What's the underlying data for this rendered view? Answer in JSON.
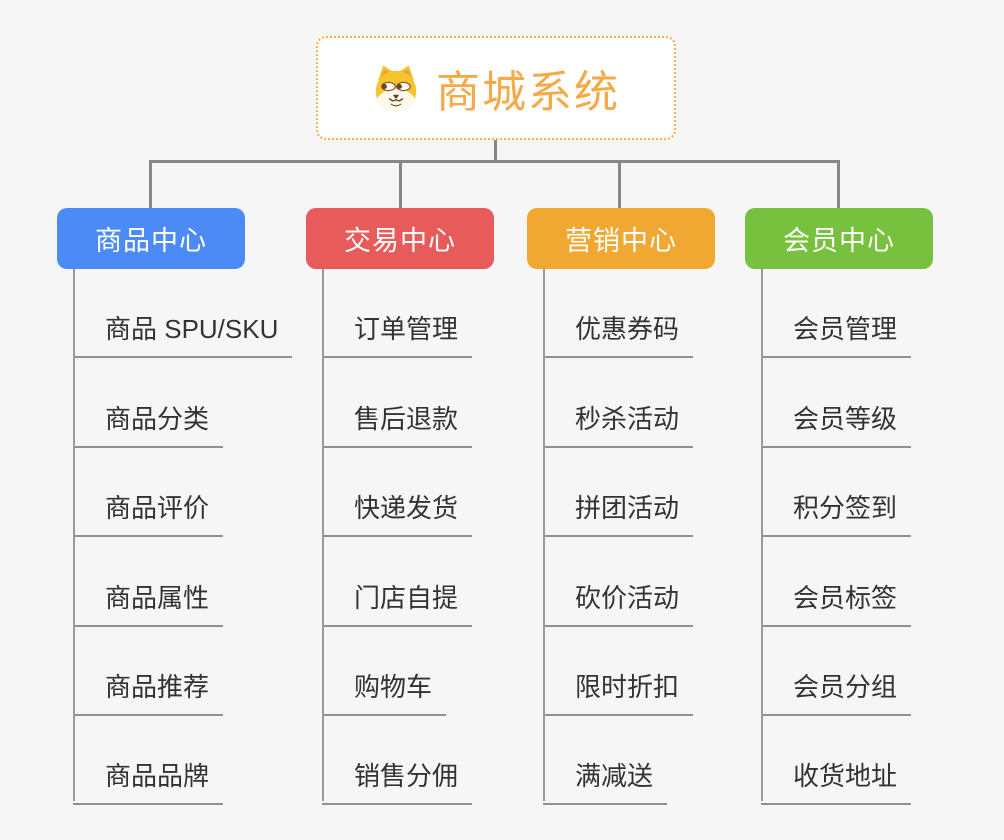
{
  "page": {
    "background": "#f6f6f6"
  },
  "root": {
    "title": "商城系统",
    "icon": "shiba-dog-icon",
    "accent_color": "#f5a947",
    "border_color": "#f5b041"
  },
  "branches": [
    {
      "id": "product-center",
      "label": "商品中心",
      "color": "#4c8bf5",
      "children": [
        "商品 SPU/SKU",
        "商品分类",
        "商品评价",
        "商品属性",
        "商品推荐",
        "商品品牌"
      ]
    },
    {
      "id": "trade-center",
      "label": "交易中心",
      "color": "#e85b5b",
      "children": [
        "订单管理",
        "售后退款",
        "快递发货",
        "门店自提",
        "购物车",
        "销售分佣"
      ]
    },
    {
      "id": "marketing-center",
      "label": "营销中心",
      "color": "#f0a832",
      "children": [
        "优惠券码",
        "秒杀活动",
        "拼团活动",
        "砍价活动",
        "限时折扣",
        "满减送"
      ]
    },
    {
      "id": "member-center",
      "label": "会员中心",
      "color": "#77c13e",
      "children": [
        "会员管理",
        "会员等级",
        "积分签到",
        "会员标签",
        "会员分组",
        "收货地址"
      ]
    }
  ],
  "colors": {
    "connector": "#878787",
    "child_line": "#9a9a9a",
    "child_text": "#333333"
  }
}
